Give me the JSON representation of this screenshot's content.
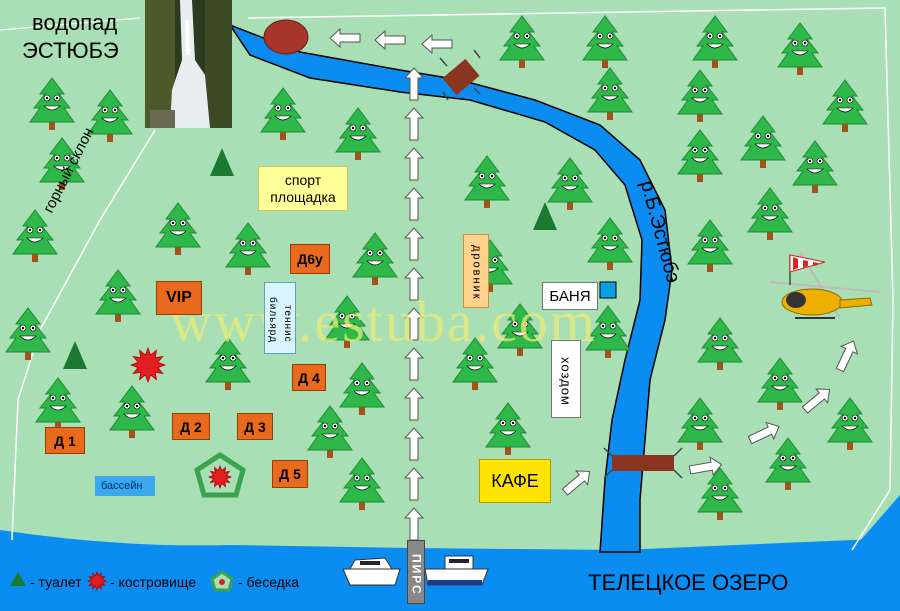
{
  "map": {
    "waterfall_label": [
      "водопад",
      "ЭСТЮБЭ"
    ],
    "slope_label": "горный склон",
    "river_label": "р.Б.Эстюбэ",
    "lake_label": "ТЕЛЕЦКОЕ ОЗЕРО",
    "watermark": "www.estuba.com",
    "pier_label": "ПИРС",
    "sport_ground": [
      "спорт",
      "площадка"
    ],
    "billiard": "бильярд",
    "tennis": "теннис",
    "woodshed": "дровник",
    "bath": "БАНЯ",
    "utility": "хоздом",
    "cafe": "КАФЕ",
    "pool": "бассейн",
    "houses": {
      "vip": "VIP",
      "d6u": "Д6у",
      "d1": "Д 1",
      "d2": "Д 2",
      "d3": "Д 3",
      "d4": "Д 4",
      "d5": "Д 5"
    },
    "legend": {
      "toilet": "- туалет",
      "campfire": "- костровище",
      "gazebo": "- беседка"
    },
    "colors": {
      "land": "#a9dfb4",
      "water": "#0a8cf0",
      "tree": "#2eb84a",
      "house": "#e96a1c",
      "bridge": "#8b3520"
    }
  }
}
